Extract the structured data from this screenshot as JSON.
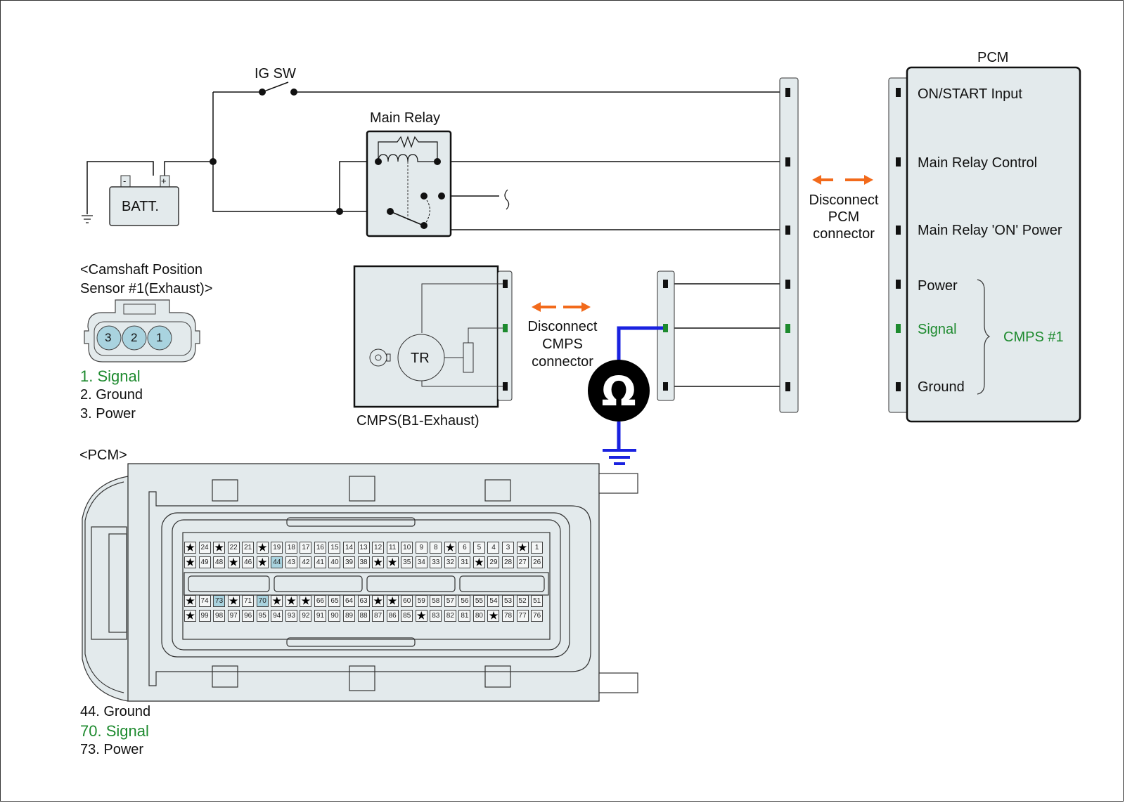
{
  "colors": {
    "wire": "#111111",
    "panel_fill": "#e3eaec",
    "signal_green": "#1d8a2e",
    "probe_blue": "#1a22e0",
    "arrow_orange": "#f26a1b",
    "pin_highlight": "#a9d3df"
  },
  "circuit": {
    "ig_sw_label": "IG SW",
    "main_relay_label": "Main Relay",
    "battery_label": "BATT.",
    "battery_neg": "-",
    "battery_pos": "+"
  },
  "pcm_block": {
    "title": "PCM",
    "terminals": [
      {
        "label": "ON/START Input",
        "color": "black"
      },
      {
        "label": "Main Relay Control",
        "color": "black"
      },
      {
        "label": "Main Relay 'ON' Power",
        "color": "black"
      },
      {
        "label": "Power",
        "color": "black"
      },
      {
        "label": "Signal",
        "color": "green"
      },
      {
        "label": "Ground",
        "color": "black"
      }
    ],
    "group_label": "CMPS #1"
  },
  "disconnect_pcm": {
    "line1": "Disconnect",
    "line2": "PCM",
    "line3": "connector"
  },
  "disconnect_cmps": {
    "line1": "Disconnect",
    "line2": "CMPS",
    "line3": "connector"
  },
  "cmps_component": {
    "label": "CMPS(B1-Exhaust)",
    "inner_label": "TR"
  },
  "meter": {
    "symbol": "Ω"
  },
  "sensor_connector": {
    "title_line1": "<Camshaft Position",
    "title_line2": "Sensor #1(Exhaust)>",
    "pins_visual": [
      "3",
      "2",
      "1"
    ],
    "pin_list": [
      {
        "text": "1. Signal",
        "color": "green"
      },
      {
        "text": "2. Ground",
        "color": "black"
      },
      {
        "text": "3. Power",
        "color": "black"
      }
    ]
  },
  "pcm_connector": {
    "title": "<PCM>",
    "star": "★",
    "rows": [
      [
        "*",
        "24",
        "*",
        "22",
        "21",
        "*",
        "19",
        "18",
        "17",
        "16",
        "15",
        "14",
        "13",
        "12",
        "11",
        "10",
        "9",
        "8",
        "*",
        "6",
        "5",
        "4",
        "3",
        "*",
        "1"
      ],
      [
        "*",
        "49",
        "48",
        "*",
        "46",
        "*",
        "44",
        "43",
        "42",
        "41",
        "40",
        "39",
        "38",
        "*",
        "*",
        "35",
        "34",
        "33",
        "32",
        "31",
        "*",
        "29",
        "28",
        "27",
        "26"
      ],
      [
        "*",
        "74",
        "73",
        "*",
        "71",
        "70",
        "*",
        "*",
        "*",
        "66",
        "65",
        "64",
        "63",
        "*",
        "*",
        "60",
        "59",
        "58",
        "57",
        "56",
        "55",
        "54",
        "53",
        "52",
        "51"
      ],
      [
        "*",
        "99",
        "98",
        "97",
        "96",
        "95",
        "94",
        "93",
        "92",
        "91",
        "90",
        "89",
        "88",
        "87",
        "86",
        "85",
        "*",
        "83",
        "82",
        "81",
        "80",
        "*",
        "78",
        "77",
        "76"
      ]
    ],
    "highlighted_pins": [
      "44",
      "70",
      "73"
    ],
    "pin_list": [
      {
        "text": "44. Ground",
        "color": "black"
      },
      {
        "text": "70. Signal",
        "color": "green"
      },
      {
        "text": "73. Power",
        "color": "black"
      }
    ]
  }
}
